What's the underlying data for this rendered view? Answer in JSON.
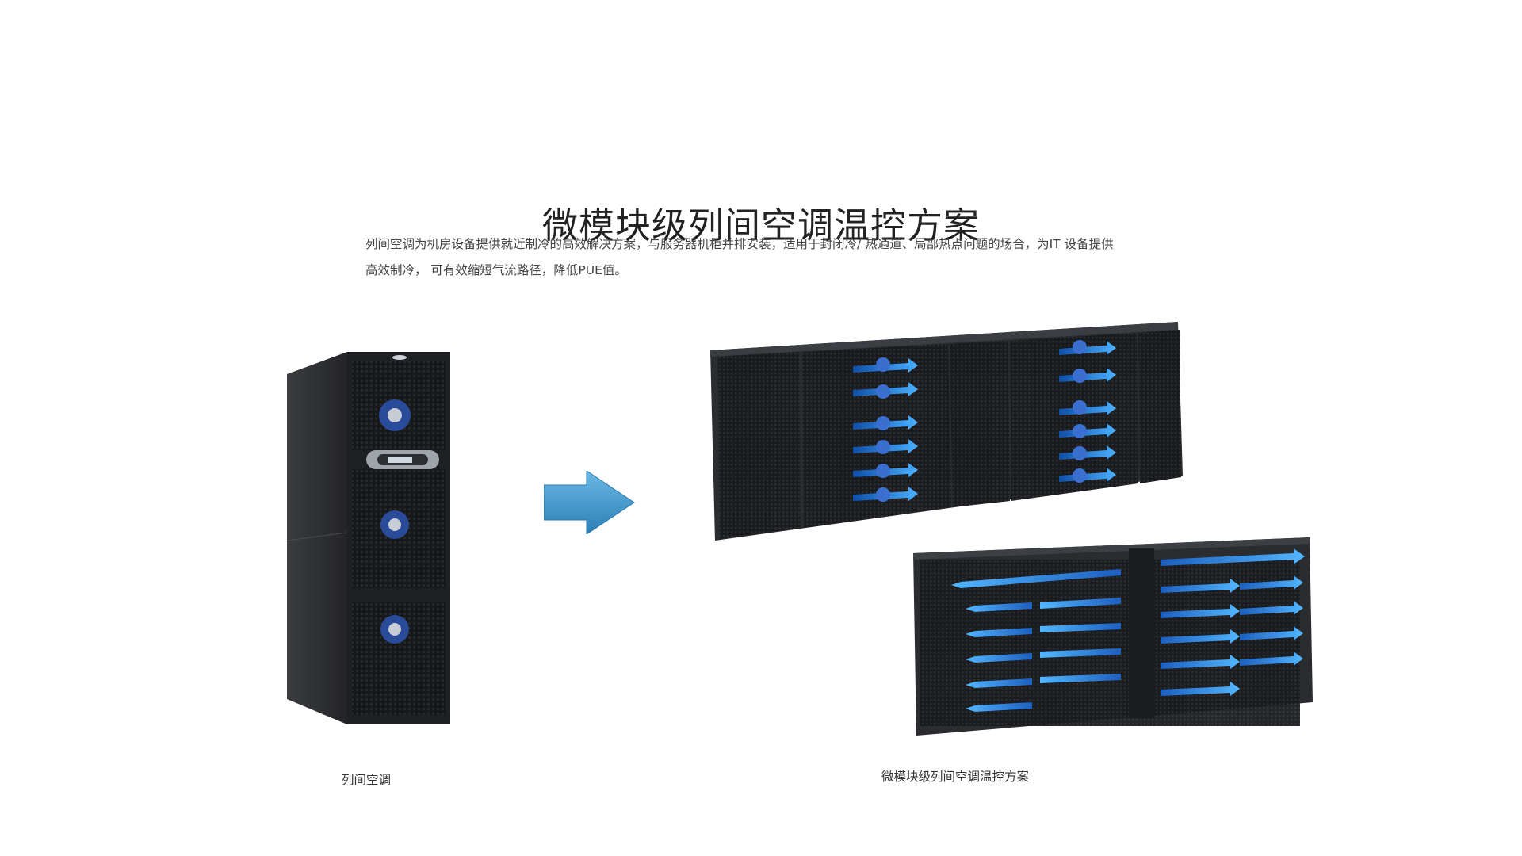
{
  "header": {
    "title": "微模块级列间空调温控方案",
    "description_line1": "列间空调为机房设备提供就近制冷的高效解决方案，与服务器机柜并排安装，适用于封闭冷/ 热通道、局部热点问题的场合，为IT 设备提供",
    "description_line2": "高效制冷， 可有效缩短气流路径，降低PUE值。"
  },
  "products": {
    "left_caption": "列间空调",
    "right_caption": "微模块级列间空调温控方案"
  },
  "colors": {
    "cabinet_dark": "#2c2e31",
    "cabinet_face": "#1d1f22",
    "airflow_blue": "#2f8fe8",
    "arrow_blue": "#3e95c8"
  }
}
